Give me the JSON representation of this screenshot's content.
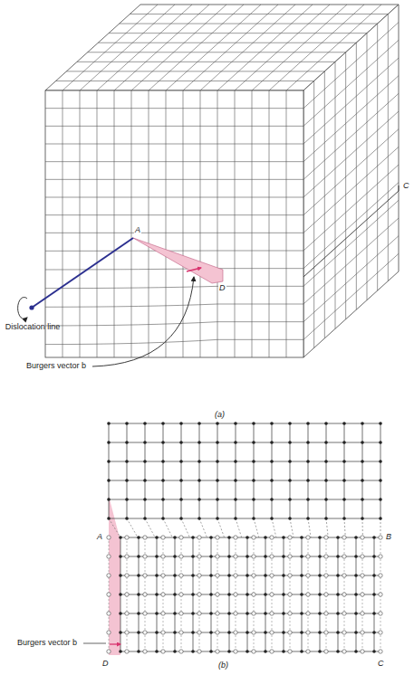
{
  "diagram": {
    "labels": [
      "A",
      "D",
      "C",
      "Dislocation line",
      "Burgers vector b",
      "(a)",
      "A",
      "B",
      "Burgers vector b",
      "D",
      "C",
      "(b)"
    ]
  }
}
